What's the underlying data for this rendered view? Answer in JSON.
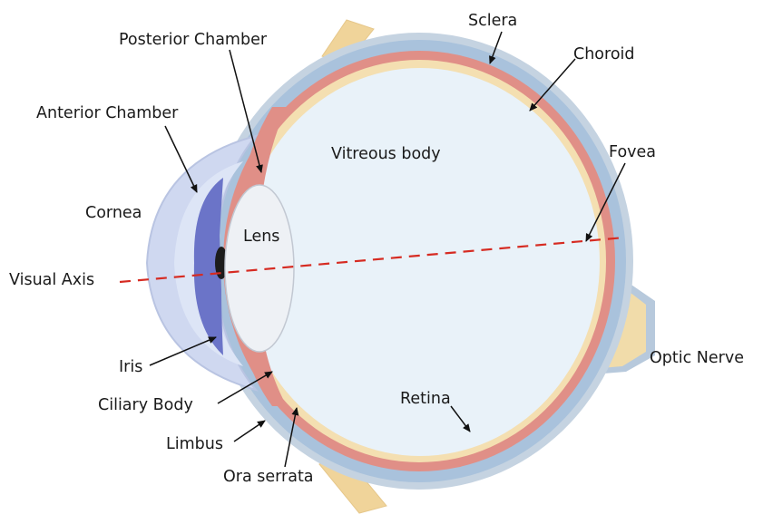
{
  "diagram": {
    "labels": {
      "sclera": "Sclera",
      "posterior_chamber": "Posterior Chamber",
      "choroid": "Choroid",
      "anterior_chamber": "Anterior Chamber",
      "vitreous_body": "Vitreous body",
      "fovea": "Fovea",
      "cornea": "Cornea",
      "lens": "Lens",
      "visual_axis": "Visual Axis",
      "optic_nerve": "Optic Nerve",
      "iris": "Iris",
      "ciliary_body": "Ciliary Body",
      "retina": "Retina",
      "limbus": "Limbus",
      "ora_serrata": "Ora serrata"
    },
    "colors": {
      "sclera_outer": "#c5d3e1",
      "sclera_blue": "#a9c2dc",
      "choroid_red": "#e08f87",
      "retina_cream": "#f4dfb1",
      "vitreous": "#e9f2f9",
      "cornea": "#cfd8f0",
      "iris": "#6b74c8",
      "pupil": "#1c1c1c",
      "lens": "#eef1f5",
      "optic_nerve": "#f1dcaa",
      "muscle": "#f0d49a",
      "visual_axis": "#d62b22",
      "pointer": "#111111"
    }
  }
}
